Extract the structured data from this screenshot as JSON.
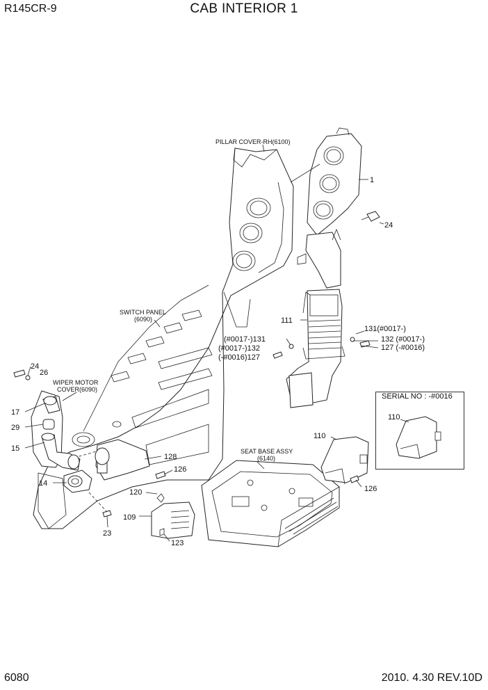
{
  "header": {
    "model": "R145CR-9",
    "title": "CAB INTERIOR 1"
  },
  "footer": {
    "page": "6080",
    "date_rev": "2010. 4.30  REV.10D"
  },
  "captions": {
    "pillar_cover": "PILLAR COVER-RH(6100)",
    "switch_panel": "SWITCH PANEL",
    "switch_panel_ref": "(6090)",
    "wiper_cover_1": "WIPER MOTOR",
    "wiper_cover_2": "COVER(6090)",
    "seat_base": "SEAT BASE ASSY",
    "seat_base_ref": "(6140)"
  },
  "inset": {
    "title": "SERIAL NO : -#0016",
    "part": "110"
  },
  "callouts": {
    "p1": "1",
    "p24a": "24",
    "p111": "111",
    "p131a": "131(#0017-)",
    "p132a": "132 (#0017-)",
    "p127a": "127 (-#0016)",
    "p131b": "(#0017-)131",
    "p132b": "(#0017-)132",
    "p127b": "(-#0016)127",
    "p24b": "24",
    "p26": "26",
    "p17": "17",
    "p29": "29",
    "p15": "15",
    "p14": "14",
    "p23": "23",
    "p128": "128",
    "p126a": "126",
    "p120": "120",
    "p109": "109",
    "p123": "123",
    "p110": "110",
    "p126b": "126"
  }
}
